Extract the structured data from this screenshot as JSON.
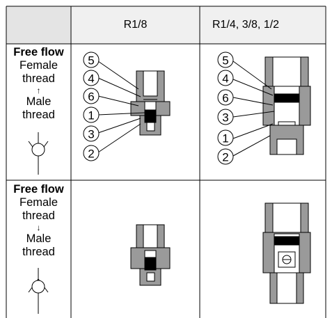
{
  "table": {
    "header": {
      "col1": "R1/8",
      "col2": "R1/4, 3/8, 1/2"
    },
    "rows": [
      {
        "title": "Free flow",
        "line1": "Female",
        "line2": "thread",
        "arrow": "↑",
        "line3": "Male",
        "line4": "thread"
      },
      {
        "title": "Free flow",
        "line1": "Female",
        "line2": "thread",
        "arrow": "↓",
        "line3": "Male",
        "line4": "thread"
      }
    ]
  },
  "callouts": {
    "r1c1": [
      "5",
      "4",
      "6",
      "1",
      "3",
      "2"
    ],
    "r1c2": [
      "5",
      "4",
      "6",
      "3",
      "1",
      "2"
    ]
  }
}
